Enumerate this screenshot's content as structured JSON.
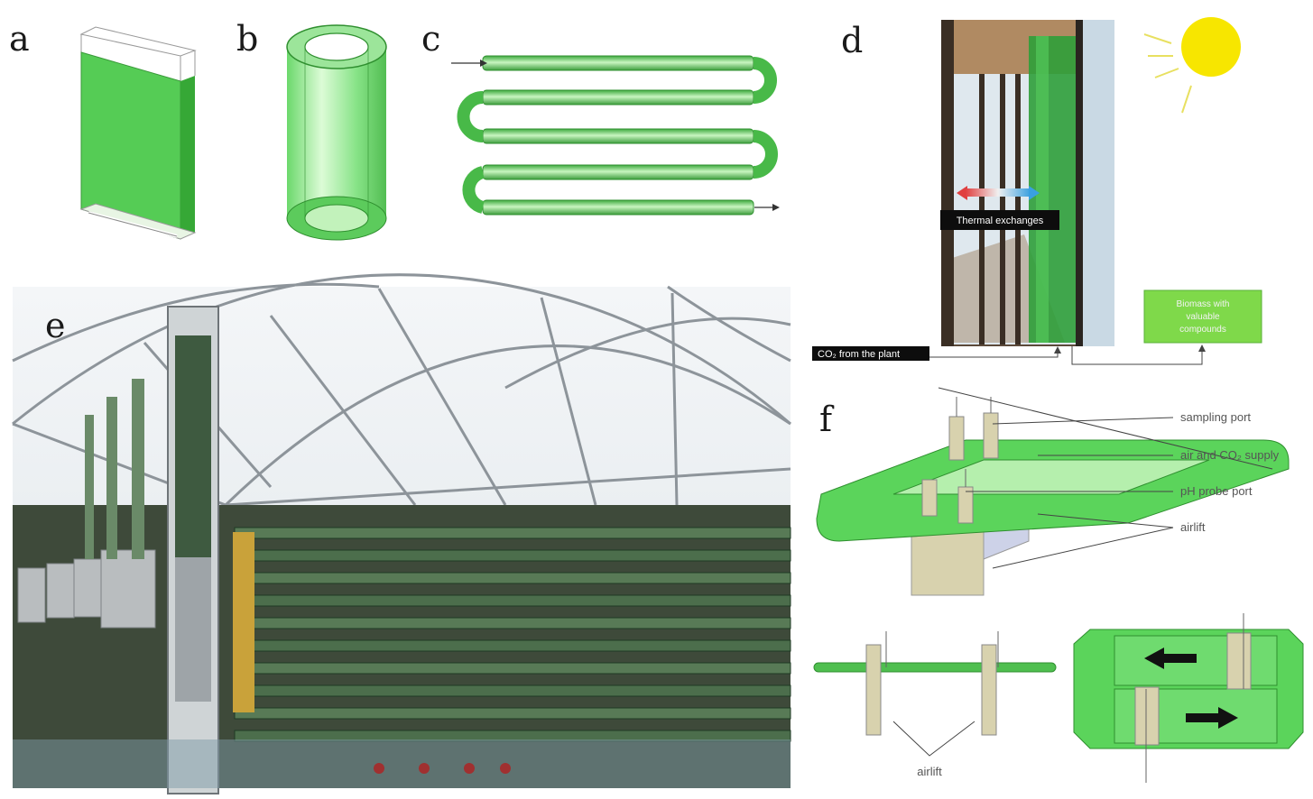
{
  "panels": {
    "a": "a",
    "b": "b",
    "c": "c",
    "d": "d",
    "e": "e",
    "f": "f"
  },
  "panel_d": {
    "thermal_label": "Thermal exchanges",
    "co2_label": "CO₂ from the plant",
    "box_label_lines": [
      "Biomass with",
      "valuable",
      "compounds"
    ]
  },
  "panel_f": {
    "sampling_port": "sampling port",
    "air_co2": "air and CO₂ supply",
    "ph_port": "pH probe port",
    "airlift": "airlift",
    "airlift_bottom": "airlift"
  },
  "colors": {
    "algae_green": "#55cc55",
    "light_green": "#b8ecb0",
    "tan": "#d8d2ae",
    "sun": "#f7e600"
  }
}
